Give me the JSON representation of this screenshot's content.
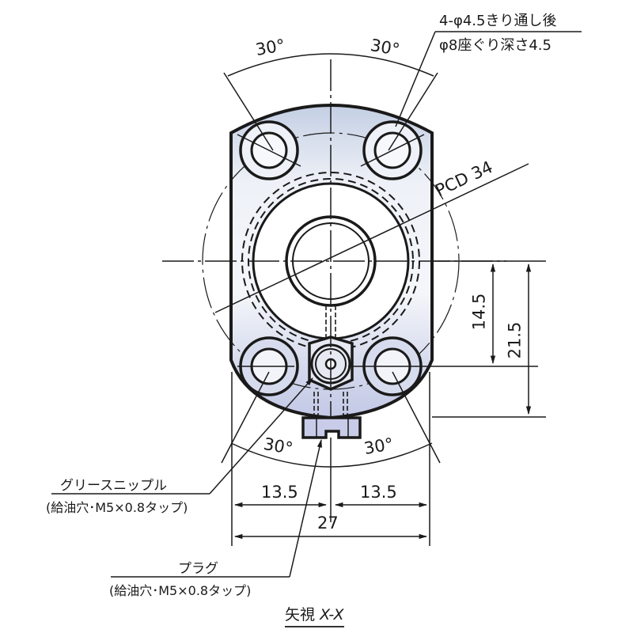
{
  "drawing": {
    "title": "矢視 X-X",
    "view_label": "矢視",
    "view_name": "X-X",
    "colors": {
      "line": "#1a1a1a",
      "body_fill_top": "#c9d3e6",
      "body_fill_bottom": "#e9edf6",
      "plate_fill": "#c8cce8",
      "background": "#ffffff"
    }
  },
  "callouts": {
    "holes_line1": "4-φ4.5きり通し後",
    "holes_line2": "φ8座ぐり深さ4.5",
    "pcd": "PCD 34",
    "grease_nipple": "グリースニップル",
    "grease_nipple_sub": "(給油穴･M5×0.8タップ)",
    "plug": "プラグ",
    "plug_sub": "(給油穴･M5×0.8タップ)"
  },
  "dimensions": {
    "angle_top_left": "30°",
    "angle_top_right": "30°",
    "angle_bottom_left": "30°",
    "angle_bottom_right": "30°",
    "height_inner": "14.5",
    "height_outer": "21.5",
    "width_left": "13.5",
    "width_right": "13.5",
    "width_total": "27"
  }
}
